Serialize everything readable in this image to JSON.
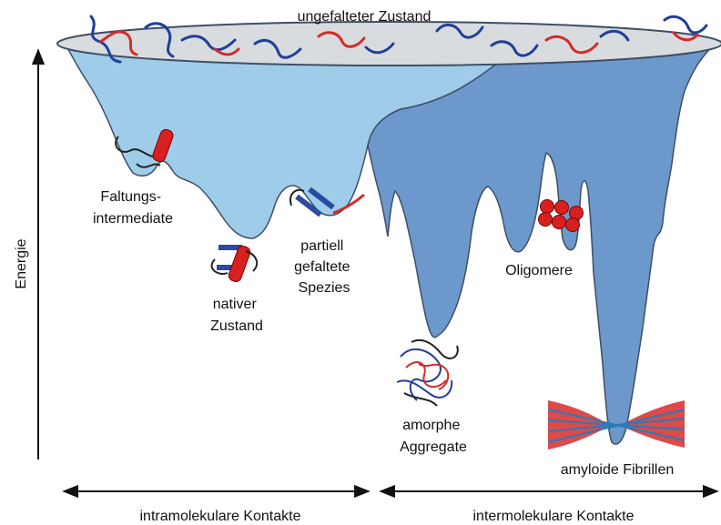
{
  "title": "ungefalteter Zustand",
  "y_axis_label": "Energie",
  "x_axis": {
    "left_label": "intramolekulare Kontakte",
    "right_label": "intermolekulare Kontakte"
  },
  "states": {
    "intermediate": [
      "Faltungs-",
      "intermediate"
    ],
    "native": [
      "nativer",
      "Zustand"
    ],
    "partial": [
      "partiell",
      "gefaltete",
      "Spezies"
    ],
    "oligomers": [
      "Oligomere"
    ],
    "amorphous": [
      "amorphe",
      "Aggregate"
    ],
    "fibrils": [
      "amyloide Fibrillen"
    ]
  },
  "colors": {
    "light_funnel": "#9fcde9",
    "dark_funnel": "#6c98cb",
    "rim": "#d9dcdf",
    "outline": "#3f4f66",
    "chain_blue": "#1f3f99",
    "chain_red": "#d62a2a",
    "helix_red": "#d92020",
    "strand_blue": "#2b4aa0"
  }
}
